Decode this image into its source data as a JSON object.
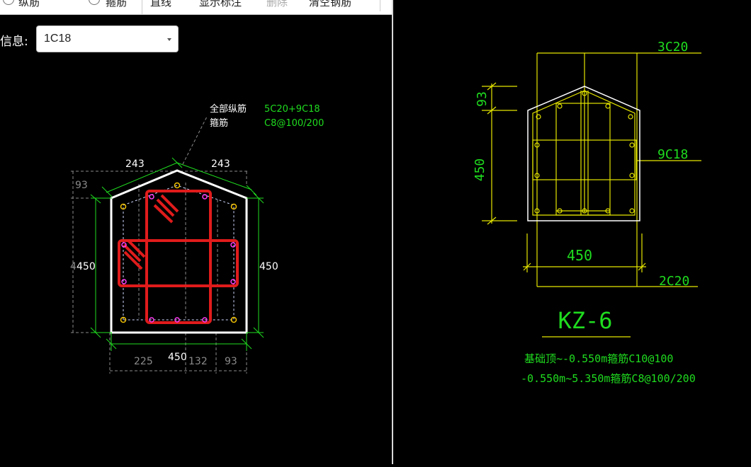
{
  "toolbar": {
    "items": [
      "纵筋",
      "箍筋",
      "直线",
      "显示标注",
      "删除",
      "清空钢筋"
    ]
  },
  "info": {
    "label": "信息:",
    "select_value": "1C18"
  },
  "section_editor": {
    "annotation": {
      "longitudinal_label": "全部纵筋",
      "longitudinal_value": "5C20+9C18",
      "stirrup_label": "箍筋",
      "stirrup_value": "C8@100/200"
    },
    "dims": {
      "top_left": "243",
      "top_right": "243",
      "peak": "93",
      "left_height": "450",
      "left_height_dim": "4",
      "right_height": "450",
      "bottom_width": "450",
      "bottom_seg_1": "225",
      "bottom_seg_2": "132",
      "bottom_seg_3": "93"
    }
  },
  "drawing": {
    "top_rebar": "3C20",
    "side_rebar": "9C18",
    "bottom_rebar": "2C20",
    "dim_peak": "93",
    "dim_height": "450",
    "dim_width": "450",
    "title": "KZ-6",
    "stirrup_line1": "基础顶~-0.550m箍筋C10@100",
    "stirrup_line2": "-0.550m~5.350m箍筋C8@100/200"
  }
}
